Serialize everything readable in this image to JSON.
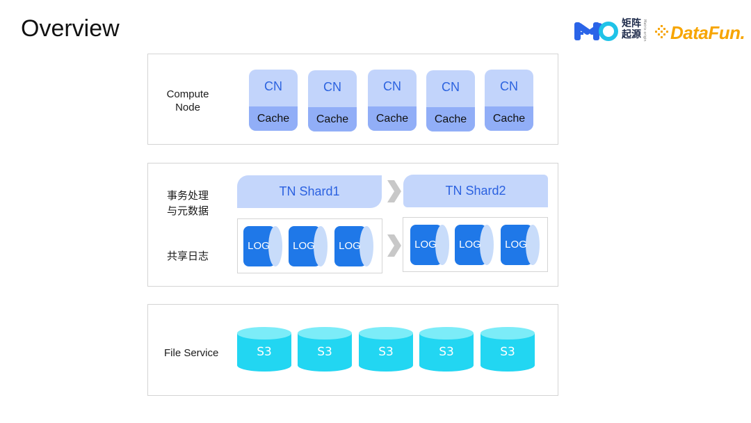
{
  "title": "Overview",
  "logos": {
    "mo": "MO",
    "cn_brand": "矩阵起源",
    "cn_small": "Matrix origin",
    "datafun": "DataFun."
  },
  "compute": {
    "label_line1": "Compute",
    "label_line2": "Node",
    "nodes": [
      {
        "name": "CN",
        "cache": "Cache"
      },
      {
        "name": "CN",
        "cache": "Cache"
      },
      {
        "name": "CN",
        "cache": "Cache"
      },
      {
        "name": "CN",
        "cache": "Cache"
      },
      {
        "name": "CN",
        "cache": "Cache"
      }
    ]
  },
  "transaction": {
    "label_line1": "事务处理",
    "label_line2": "与元数据",
    "shared_log_label": "共享日志",
    "shards": [
      "TN Shard1",
      "TN Shard2"
    ],
    "logs_group1": [
      "LOG",
      "LOG",
      "LOG"
    ],
    "logs_group2": [
      "LOG",
      "LOG",
      "LOG"
    ]
  },
  "file_service": {
    "label": "File Service",
    "stores": [
      "S3",
      "S3",
      "S3",
      "S3",
      "S3"
    ]
  },
  "colors": {
    "cn_body": "#c2d4fb",
    "cn_cache": "#91aef7",
    "cn_text": "#2c63df",
    "log_blue": "#1f78e8",
    "log_light": "#c8dcfa",
    "s3_body": "#22d6f2",
    "s3_top": "#7cecf8",
    "chevron": "#c8c8c8"
  }
}
